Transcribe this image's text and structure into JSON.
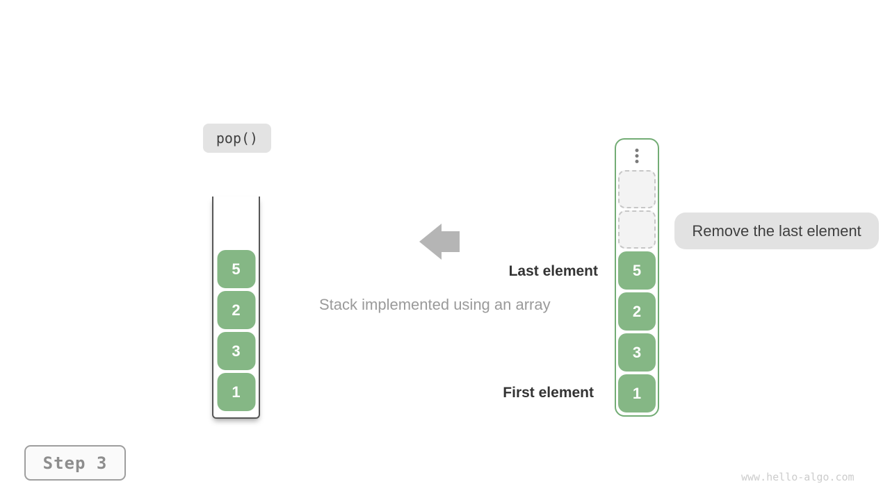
{
  "operation": {
    "label": "pop()"
  },
  "step": {
    "label": "Step 3"
  },
  "caption": {
    "text": "Stack implemented using an array"
  },
  "annotations": {
    "last_element": "Last element",
    "first_element": "First element"
  },
  "tooltip": {
    "text": "Remove the last element"
  },
  "watermark": {
    "text": "www.hello-algo.com"
  },
  "left_stack": {
    "values": [
      "5",
      "2",
      "3",
      "1"
    ]
  },
  "right_stack": {
    "values": [
      "5",
      "2",
      "3",
      "1"
    ],
    "empty_slots": 2,
    "top_icon": "vertical-ellipsis"
  },
  "arrow": {
    "icon": "arrow-left",
    "direction": "left"
  },
  "colors": {
    "block_green": "#85b785",
    "stack_outline_green": "#72ac74",
    "container_border_gray": "#555555",
    "label_box_gray": "#e3e3e3",
    "empty_slot_gray": "#f3f3f3",
    "arrow_gray": "#b5b5b5",
    "dark_text": "#3f3f3f",
    "muted_text": "#9a9a9a",
    "step_text": "#8d8d8d",
    "watermark_gray": "#cccccc"
  }
}
